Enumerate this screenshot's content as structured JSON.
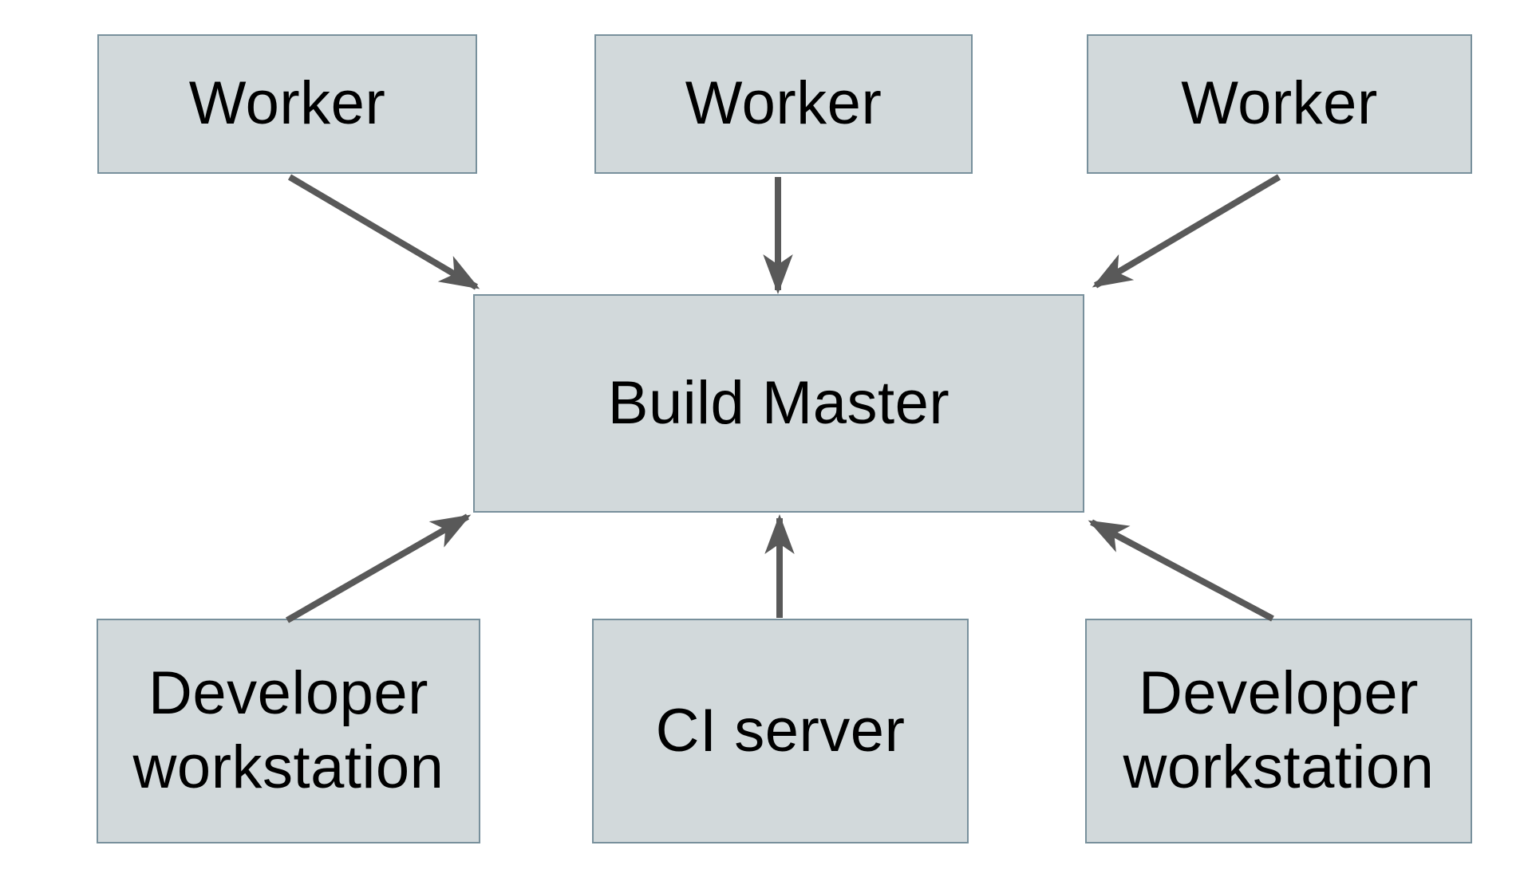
{
  "diagram": {
    "nodes": {
      "worker_top_left": {
        "label": "Worker"
      },
      "worker_top_center": {
        "label": "Worker"
      },
      "worker_top_right": {
        "label": "Worker"
      },
      "build_master": {
        "label": "Build Master"
      },
      "dev_workstation_left": {
        "label": "Developer workstation"
      },
      "ci_server": {
        "label": "CI server"
      },
      "dev_workstation_right": {
        "label": "Developer workstation"
      }
    },
    "edges": [
      {
        "from": "worker_top_left",
        "to": "build_master"
      },
      {
        "from": "worker_top_center",
        "to": "build_master"
      },
      {
        "from": "worker_top_right",
        "to": "build_master"
      },
      {
        "from": "dev_workstation_left",
        "to": "build_master"
      },
      {
        "from": "ci_server",
        "to": "build_master"
      },
      {
        "from": "dev_workstation_right",
        "to": "build_master"
      }
    ],
    "colors": {
      "node_fill": "#d2d9db",
      "node_border": "#78909c",
      "arrow": "#595959",
      "text": "#000000",
      "background": "#ffffff"
    }
  }
}
